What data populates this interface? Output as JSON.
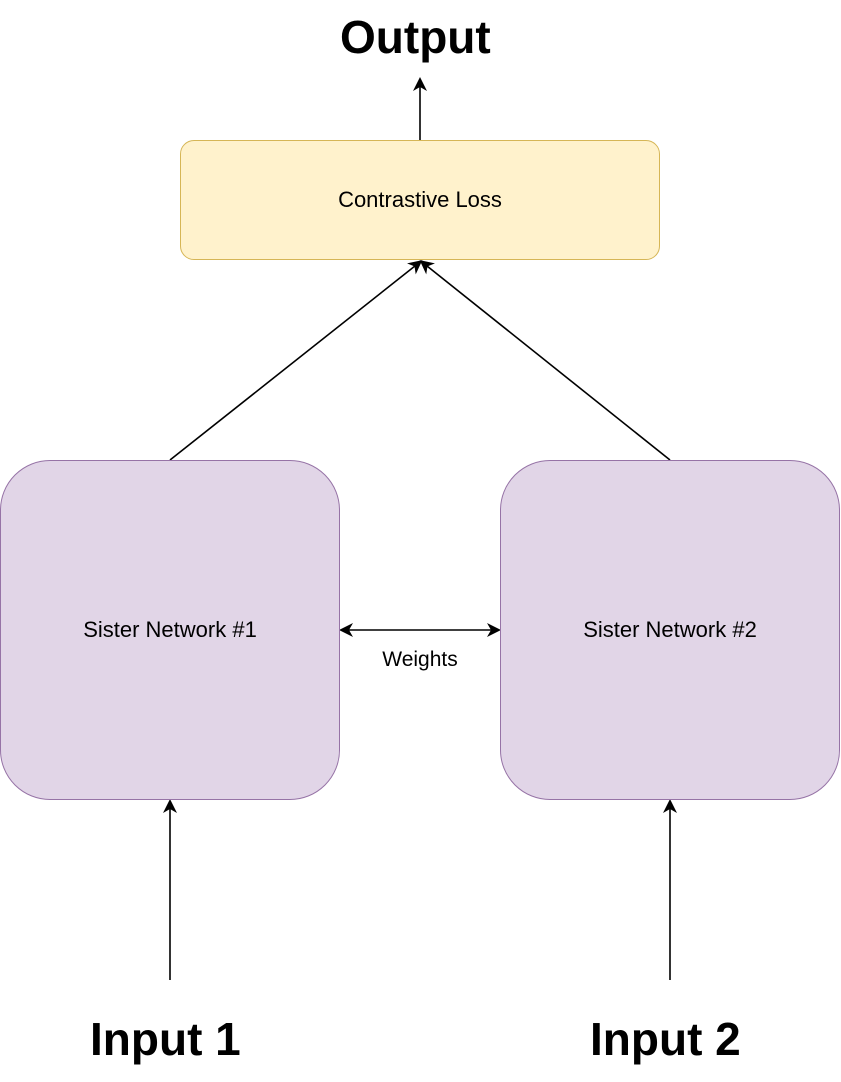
{
  "diagram": {
    "output_label": "Output",
    "loss_label": "Contrastive Loss",
    "sister1_label": "Sister Network #1",
    "sister2_label": "Sister Network #2",
    "weights_label": "Weights",
    "input1_label": "Input 1",
    "input2_label": "Input 2"
  },
  "colors": {
    "loss_fill": "#fff2cc",
    "loss_border": "#d6b656",
    "sister_fill": "#e1d5e7",
    "sister_border": "#9673a6",
    "edge": "#000000"
  }
}
